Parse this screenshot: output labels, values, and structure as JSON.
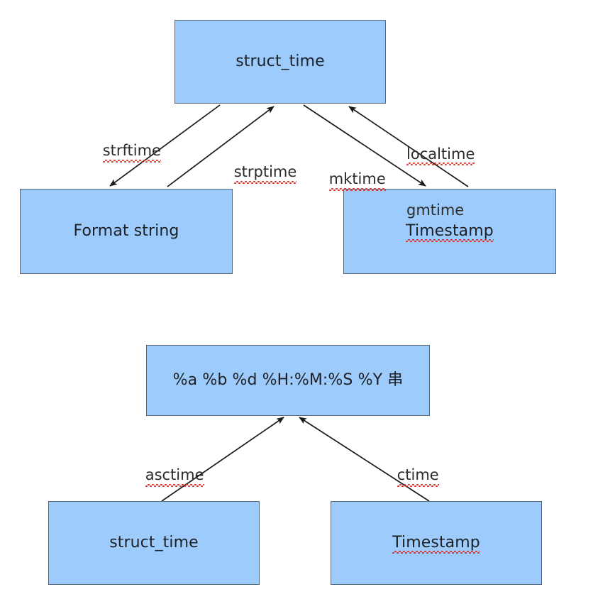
{
  "diagram": {
    "title": "Python time module conversion diagram",
    "background_color": "#ffffff",
    "node_fill": "#9dcbfb",
    "node_border": "#5a6773",
    "edge_color": "#1a1a1a",
    "spellcheck_underline_color": "#d93025",
    "nodes": [
      {
        "id": "struct-time-top",
        "label": "struct_time",
        "misspelled": false
      },
      {
        "id": "format-string",
        "label": "Format string",
        "misspelled": false
      },
      {
        "id": "timestamp-top",
        "label": "Timestamp",
        "misspelled": true
      },
      {
        "id": "format-pattern",
        "label": "%a %b %d %H:%M:%S %Y 串",
        "misspelled": false
      },
      {
        "id": "struct-time-bottom",
        "label": "struct_time",
        "misspelled": false
      },
      {
        "id": "timestamp-bottom",
        "label": "Timestamp",
        "misspelled": true
      }
    ],
    "edges": [
      {
        "id": "strftime",
        "label": "strftime",
        "from": "struct-time-top",
        "to": "format-string",
        "misspelled": true
      },
      {
        "id": "strptime",
        "label": "strptime",
        "from": "format-string",
        "to": "struct-time-top",
        "misspelled": true
      },
      {
        "id": "mktime",
        "label": "mktime",
        "from": "struct-time-top",
        "to": "timestamp-top",
        "misspelled": true
      },
      {
        "id": "localtime",
        "label": "localtime",
        "from": "timestamp-top",
        "to": "struct-time-top",
        "misspelled": true
      },
      {
        "id": "gmtime",
        "label": "gmtime",
        "from": "timestamp-top",
        "to": "struct-time-top",
        "misspelled": false
      },
      {
        "id": "asctime",
        "label": "asctime",
        "from": "struct-time-bottom",
        "to": "format-pattern",
        "misspelled": true
      },
      {
        "id": "ctime",
        "label": "ctime",
        "from": "timestamp-bottom",
        "to": "format-pattern",
        "misspelled": true
      }
    ]
  }
}
